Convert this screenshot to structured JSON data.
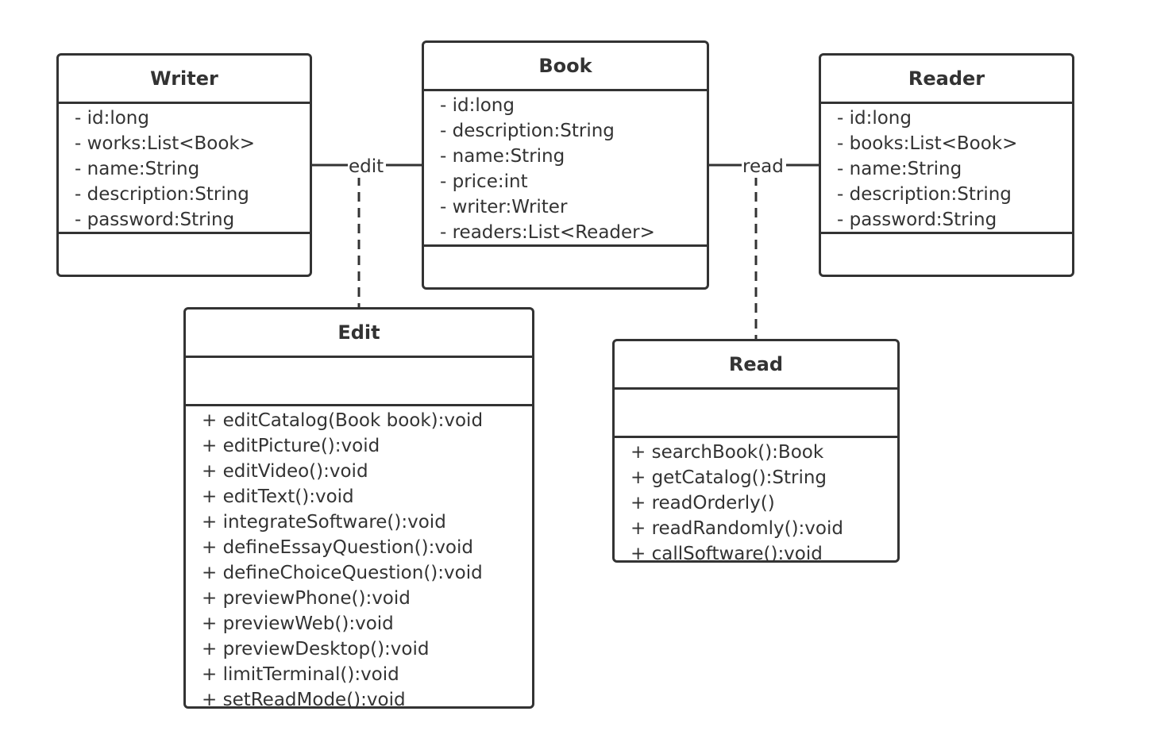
{
  "colors": {
    "stroke": "#333333",
    "background": "#ffffff"
  },
  "classes": {
    "writer": {
      "name": "Writer",
      "attributes": [
        "- id:long",
        "- works:List<Book>",
        "- name:String",
        "- description:String",
        "- password:String"
      ],
      "methods": []
    },
    "book": {
      "name": "Book",
      "attributes": [
        "- id:long",
        "- description:String",
        "- name:String",
        "- price:int",
        "- writer:Writer",
        "- readers:List<Reader>"
      ],
      "methods": []
    },
    "reader": {
      "name": "Reader",
      "attributes": [
        "- id:long",
        "- books:List<Book>",
        "- name:String",
        "- description:String",
        "- password:String"
      ],
      "methods": []
    },
    "edit": {
      "name": "Edit",
      "attributes": [],
      "methods": [
        "+ editCatalog(Book book):void",
        "+ editPicture():void",
        "+ editVideo():void",
        "+ editText():void",
        "+ integrateSoftware():void",
        "+ defineEssayQuestion():void",
        "+ defineChoiceQuestion():void",
        "+ previewPhone():void",
        "+ previewWeb():void",
        "+ previewDesktop():void",
        "+ limitTerminal():void",
        "+ setReadMode():void"
      ]
    },
    "read": {
      "name": "Read",
      "attributes": [],
      "methods": [
        "+ searchBook():Book",
        "+ getCatalog():String",
        "+ readOrderly()",
        "+ readRandomly():void",
        "+ callSoftware():void"
      ]
    }
  },
  "associations": {
    "edit": {
      "label": "edit",
      "from": "Writer",
      "to": "Book",
      "association_class": "Edit"
    },
    "read": {
      "label": "read",
      "from": "Book",
      "to": "Reader",
      "association_class": "Read"
    }
  }
}
